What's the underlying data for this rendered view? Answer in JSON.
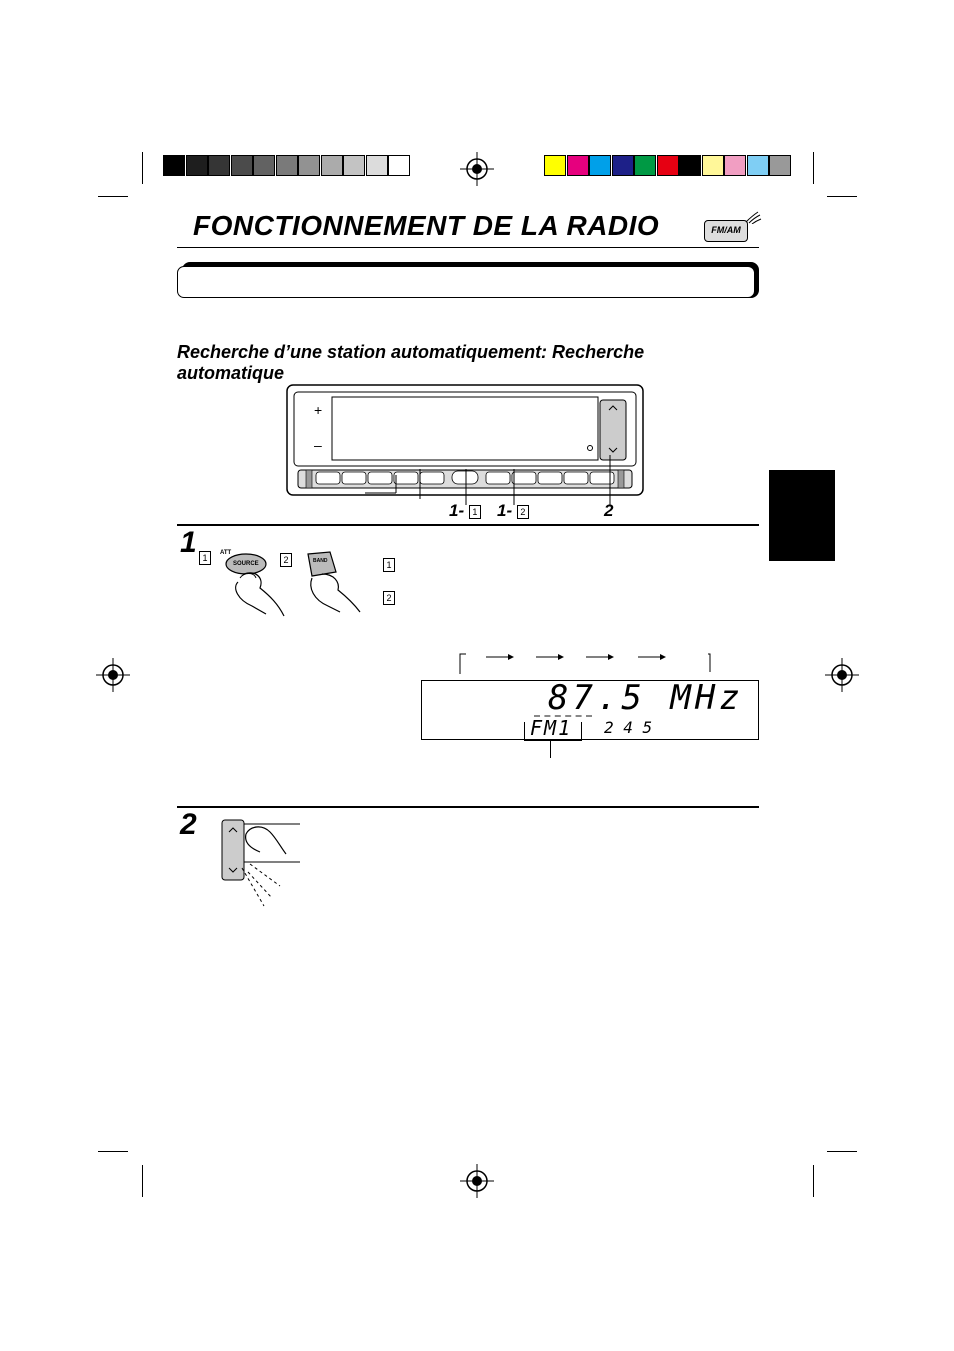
{
  "page": {
    "title": "FONCTIONNEMENT DE LA RADIO",
    "fm_am_icon_label": "FM/AM",
    "section_heading": "Recherche d’une station automatiquement: Recherche automatique"
  },
  "colors": {
    "gray_bar": [
      "#000000",
      "#1e1e1e",
      "#353535",
      "#4b4b4b",
      "#626262",
      "#7a7a7a",
      "#929292",
      "#ababab",
      "#c3c3c3",
      "#dcdcdc",
      "#ffffff"
    ],
    "color_bar": [
      "#ffff00",
      "#e6007e",
      "#00a0e9",
      "#1d2088",
      "#009944",
      "#e60012",
      "#000000",
      "#fff799",
      "#f19ec2",
      "#7fcef4",
      "#999999"
    ]
  },
  "callouts": {
    "one_a_prefix": "1-",
    "one_a_box": "1",
    "one_b_prefix": "1-",
    "one_b_box": "2",
    "two": "2"
  },
  "step1": {
    "number": "1",
    "box_a": "1",
    "box_b": "2",
    "att_label": "ATT",
    "source_label": "SOURCE",
    "band_label": "BAND",
    "list_box_a": "1",
    "list_box_b": "2"
  },
  "display": {
    "frequency": "87.5 MHz",
    "band": "FM1",
    "presets": "2 4 5"
  },
  "step2": {
    "number": "2"
  },
  "faceplate": {
    "plus": "+",
    "minus": "–"
  }
}
